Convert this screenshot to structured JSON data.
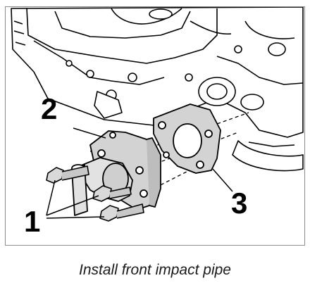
{
  "figure": {
    "callouts": [
      {
        "id": "2",
        "label": "2"
      },
      {
        "id": "3",
        "label": "3"
      },
      {
        "id": "1",
        "label": "1"
      }
    ],
    "caption": "Install front impact pipe",
    "colors": {
      "ink": "#000000",
      "part_fill": "#d3d3d3",
      "engine_fill": "#ffffff",
      "border": "#8c8c8c"
    }
  }
}
